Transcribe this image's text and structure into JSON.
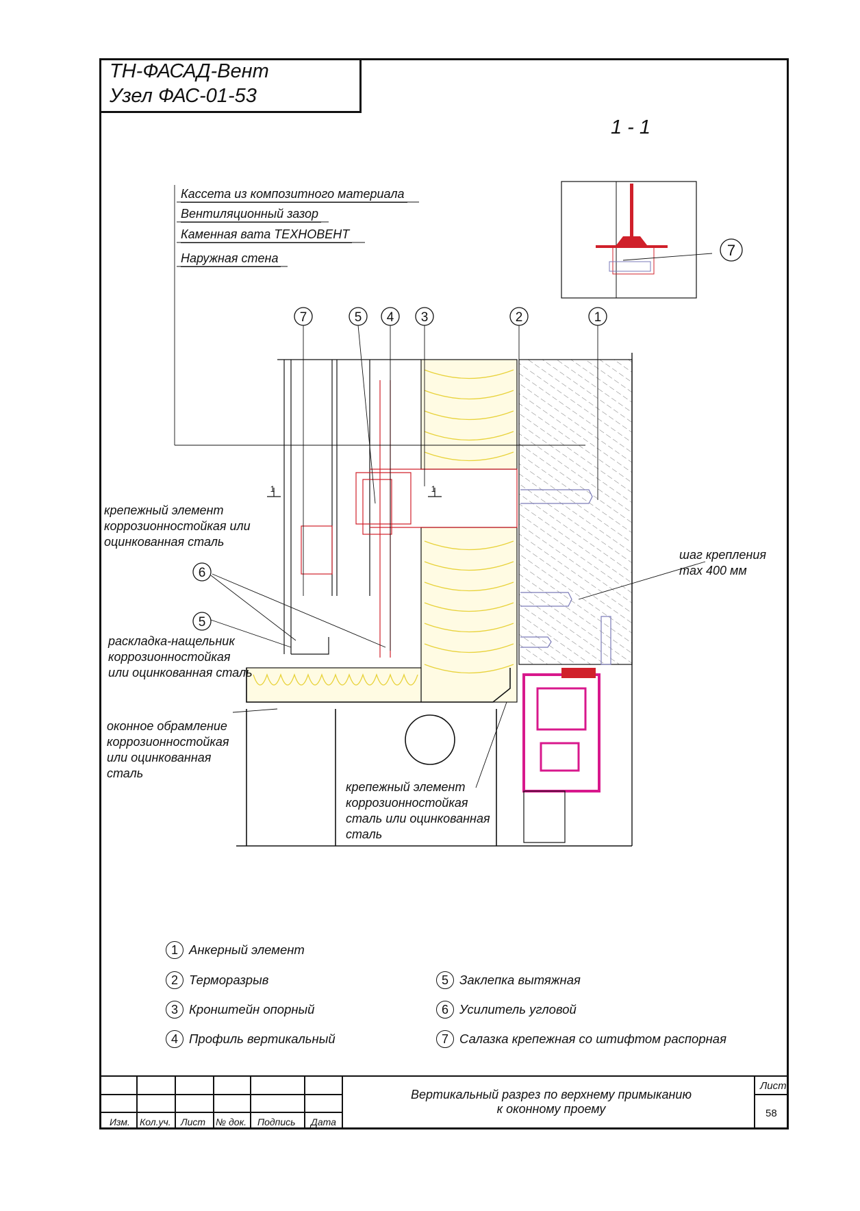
{
  "header": {
    "line1": "ТН-ФАСАД-Вент",
    "line2": "Узел ФАС-01-53"
  },
  "section_label": "1 - 1",
  "layer_labels": [
    "Кассета из композитного материала",
    "Вентиляционный зазор",
    "Каменная вата ТЕХНОВЕНТ",
    "Наружная стена"
  ],
  "callouts": {
    "fastener_left": [
      "крепежный элемент",
      "коррозионностойкая или",
      "оцинкованная сталь"
    ],
    "cover_strip": [
      "раскладка-нащельник",
      "коррозионностойкая",
      "или оцинкованная сталь"
    ],
    "window_frame": [
      "оконное обрамление",
      "коррозионностойкая",
      "или оцинкованная",
      "сталь"
    ],
    "fastener_bottom": [
      "крепежный элемент",
      "коррозионностойкая",
      "сталь или оцинкованная",
      "сталь"
    ],
    "step": [
      "шаг крепления",
      "max 400 мм"
    ]
  },
  "markers": {
    "top_row": [
      "7",
      "5",
      "4",
      "3",
      "2",
      "1"
    ],
    "side_6": "6",
    "side_5": "5",
    "detail_7": "7",
    "section_cut": "1"
  },
  "legend": [
    {
      "num": "1",
      "text": "Анкерный элемент"
    },
    {
      "num": "2",
      "text": "Терморазрыв"
    },
    {
      "num": "3",
      "text": "Кронштейн опорный"
    },
    {
      "num": "4",
      "text": "Профиль вертикальный"
    },
    {
      "num": "5",
      "text": "Заклепка вытяжная"
    },
    {
      "num": "6",
      "text": "Усилитель угловой"
    },
    {
      "num": "7",
      "text": "Салазка крепежная со штифтом распорная"
    }
  ],
  "stamp": {
    "columns": [
      "Изм.",
      "Кол.уч.",
      "Лист",
      "№ док.",
      "Подпись",
      "Дата"
    ],
    "description_line1": "Вертикальный разрез по верхнему примыканию",
    "description_line2": "к оконному проему",
    "sheet_label": "Лист",
    "sheet_number": "58"
  },
  "colors": {
    "line": "#111111",
    "insulation": "#e8d23a",
    "bracket": "#d0202a",
    "window_profile": "#d8188c",
    "anchor": "#7a7ab8"
  }
}
